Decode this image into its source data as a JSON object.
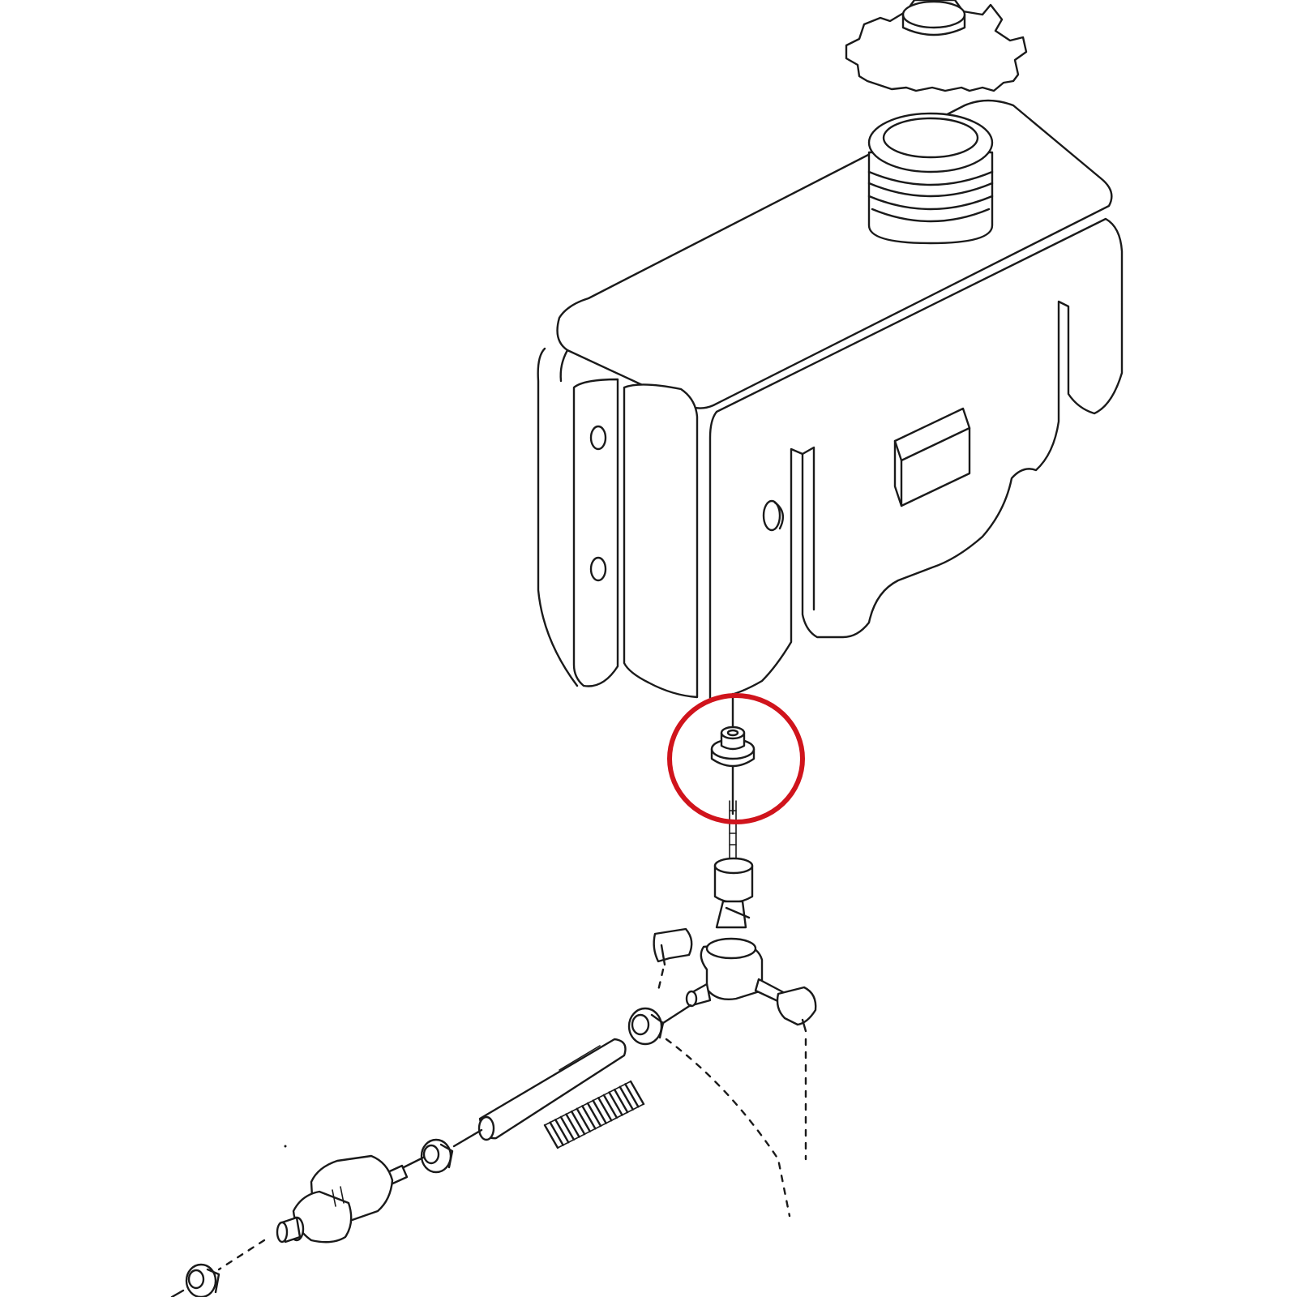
{
  "diagram": {
    "highlight_color": "#d0141c",
    "line_color": "#1a1a1a",
    "background": "#ffffff",
    "parts": [
      "gear-cap",
      "fuel-tank",
      "tank-bushing",
      "fuel-valve",
      "hose-clamp",
      "fuel-hose",
      "spring",
      "fuel-filter"
    ],
    "highlighted_part": "tank-bushing"
  }
}
